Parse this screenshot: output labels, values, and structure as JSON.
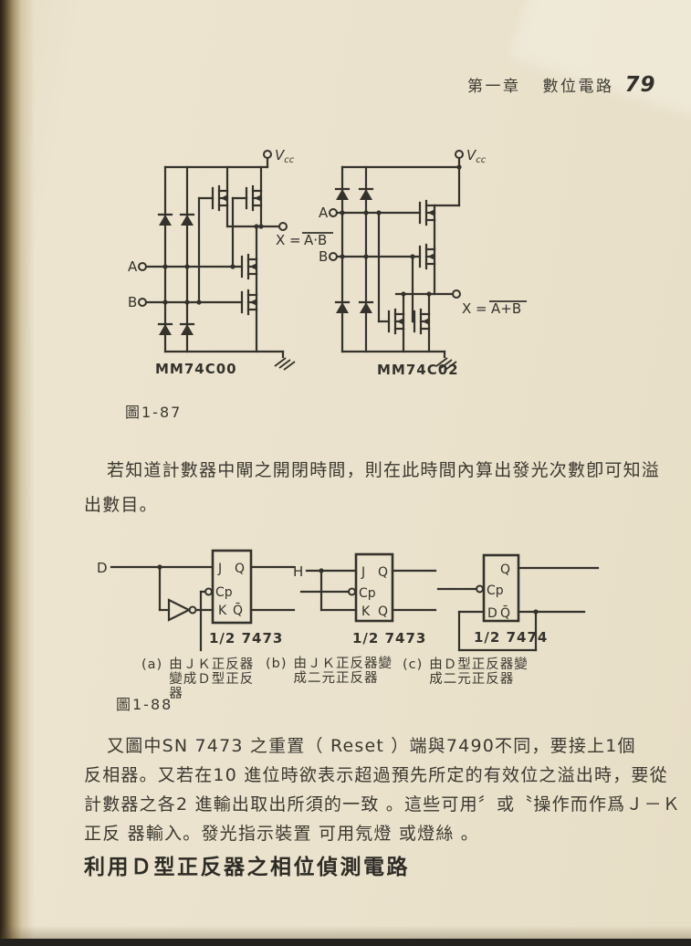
{
  "header": {
    "chapter": "第一章",
    "section": "數位電路",
    "page_number": "79"
  },
  "figure_1_87": {
    "caption": "圖1-87",
    "mm74c00": {
      "vcc": "V",
      "vcc_sub": "cc",
      "input_a": "A",
      "input_b": "B",
      "output_prefix": "X =",
      "output_expr": "A·B",
      "chip_label": "MM74C00"
    },
    "mm74c02": {
      "vcc": "V",
      "vcc_sub": "cc",
      "input_a": "A",
      "input_b": "B",
      "output_prefix": "X =",
      "output_expr": "A+B",
      "chip_label": "MM74C02"
    }
  },
  "paragraph_1": {
    "lines": [
      "若知道計數器中閘之開閉時間，則在此時間內算出發光次數卽可知溢",
      "出數目。"
    ]
  },
  "figure_1_88": {
    "caption": "圖1-88",
    "ff_a": {
      "input_label": "D",
      "pin_j": "J",
      "pin_cp": "Cp",
      "pin_k": "K",
      "pin_q": "Q",
      "pin_qbar": "Q̄",
      "chip_label": "1/2 7473"
    },
    "ff_b": {
      "input_label": "H",
      "pin_j": "J",
      "pin_cp": "Cp",
      "pin_k": "K",
      "pin_q": "Q",
      "pin_qbar": "Q",
      "chip_label": "1/2 7473"
    },
    "ff_c": {
      "pin_cp": "Cp",
      "pin_d": "D",
      "pin_q": "Q",
      "pin_qbar": "Q̄",
      "chip_label": "1/2 7474"
    },
    "captions": [
      {
        "marker": "(a)",
        "lines": [
          "由ＪＫ正反器",
          "變成Ｄ型正反",
          "器"
        ]
      },
      {
        "marker": "(b)",
        "lines": [
          "由ＪＫ正反器變",
          "成二元正反器"
        ]
      },
      {
        "marker": "(c)",
        "lines": [
          "由Ｄ型正反器變",
          "成二元正反器"
        ]
      }
    ]
  },
  "paragraph_2": {
    "lines": [
      "又圖中SN 7473 之重置（ Reset ）端與7490不同，要接上1個",
      "反相器。又若在10 進位時欲表示超過預先所定的有效位之溢出時，要從",
      "計數器之各2 進輸出取出所須的一致 。這些可用〞或〝操作而作爲Ｊ－Ｋ",
      "正反 器輸入。發光指示裝置 可用氖燈 或燈絲 。"
    ]
  },
  "section_heading": "利用Ｄ型正反器之相位偵測電路"
}
